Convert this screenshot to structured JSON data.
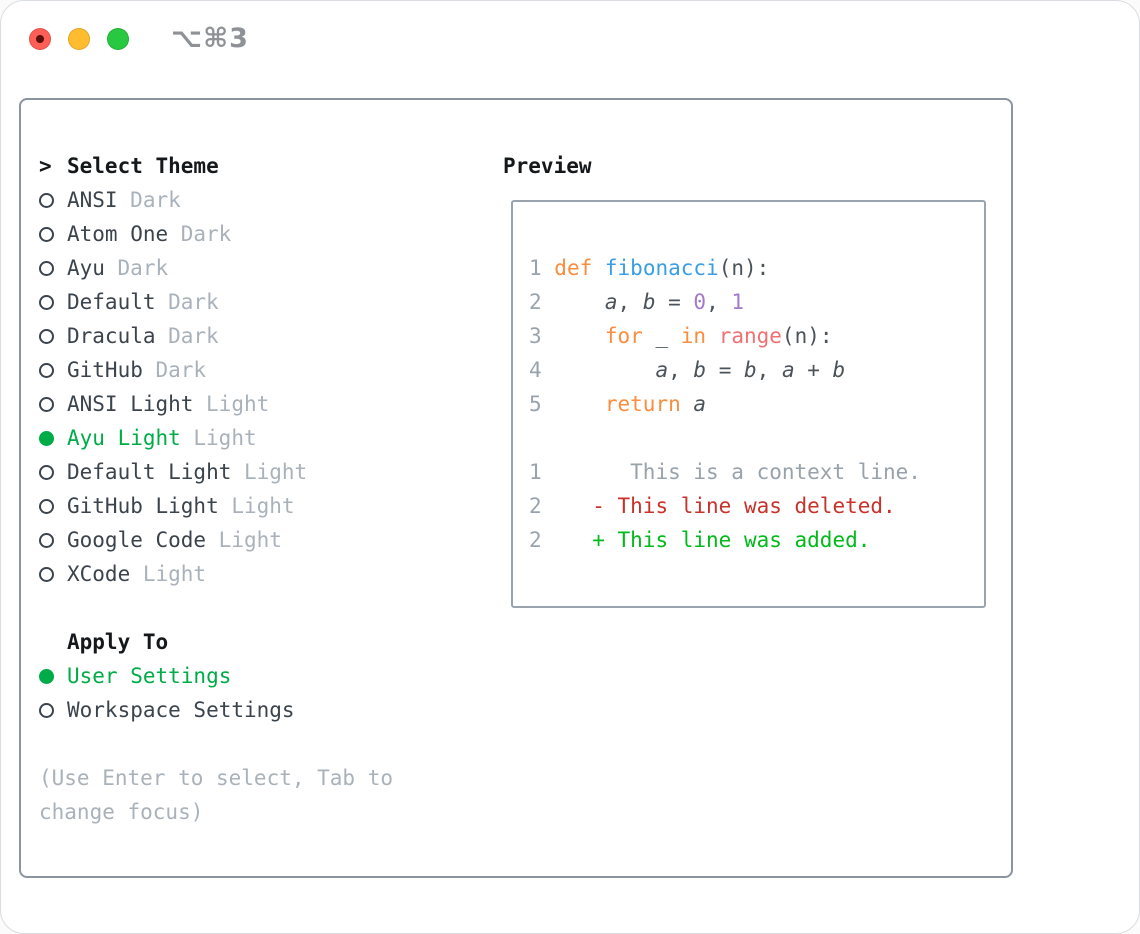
{
  "window": {
    "title": "⌥⌘3",
    "traffic_lights": [
      {
        "name": "close",
        "color": "#FF5F57",
        "dot": "#5C100A"
      },
      {
        "name": "minimize",
        "color": "#FEBC2E",
        "dot": null
      },
      {
        "name": "zoom",
        "color": "#28C840",
        "dot": null
      }
    ]
  },
  "theme_picker": {
    "header_marker": ">",
    "header": "Select Theme",
    "items": [
      {
        "name": "ANSI",
        "variant": "Dark",
        "selected": false
      },
      {
        "name": "Atom One",
        "variant": "Dark",
        "selected": false
      },
      {
        "name": "Ayu",
        "variant": "Dark",
        "selected": false
      },
      {
        "name": "Default",
        "variant": "Dark",
        "selected": false
      },
      {
        "name": "Dracula",
        "variant": "Dark",
        "selected": false
      },
      {
        "name": "GitHub",
        "variant": "Dark",
        "selected": false
      },
      {
        "name": "ANSI Light",
        "variant": "Light",
        "selected": false
      },
      {
        "name": "Ayu Light",
        "variant": "Light",
        "selected": true
      },
      {
        "name": "Default Light",
        "variant": "Light",
        "selected": false
      },
      {
        "name": "GitHub Light",
        "variant": "Light",
        "selected": false
      },
      {
        "name": "Google Code",
        "variant": "Light",
        "selected": false
      },
      {
        "name": "XCode",
        "variant": "Light",
        "selected": false
      }
    ]
  },
  "apply_to": {
    "header": "Apply To",
    "options": [
      {
        "name": "User Settings",
        "selected": true
      },
      {
        "name": "Workspace Settings",
        "selected": false
      }
    ]
  },
  "help_lines": [
    "(Use Enter to select, Tab to",
    "change focus)"
  ],
  "preview": {
    "title": "Preview",
    "lines": [
      {
        "num": "1",
        "tokens": [
          [
            "kw",
            "def"
          ],
          [
            "plain",
            " "
          ],
          [
            "fn",
            "fibonacci"
          ],
          [
            "plain",
            "(n):"
          ]
        ]
      },
      {
        "num": "2",
        "tokens": [
          [
            "plain",
            "    "
          ],
          [
            "var",
            "a"
          ],
          [
            "plain",
            ", "
          ],
          [
            "var",
            "b"
          ],
          [
            "plain",
            " = "
          ],
          [
            "cons",
            "0"
          ],
          [
            "plain",
            ", "
          ],
          [
            "cons",
            "1"
          ]
        ]
      },
      {
        "num": "3",
        "tokens": [
          [
            "plain",
            "    "
          ],
          [
            "kw",
            "for"
          ],
          [
            "plain",
            " _ "
          ],
          [
            "kw",
            "in"
          ],
          [
            "plain",
            " "
          ],
          [
            "call",
            "range"
          ],
          [
            "plain",
            "(n):"
          ]
        ]
      },
      {
        "num": "4",
        "tokens": [
          [
            "plain",
            "        "
          ],
          [
            "var",
            "a"
          ],
          [
            "plain",
            ", "
          ],
          [
            "var",
            "b"
          ],
          [
            "plain",
            " = "
          ],
          [
            "var",
            "b"
          ],
          [
            "plain",
            ", "
          ],
          [
            "var",
            "a"
          ],
          [
            "plain",
            " + "
          ],
          [
            "var",
            "b"
          ]
        ]
      },
      {
        "num": "5",
        "tokens": [
          [
            "plain",
            "    "
          ],
          [
            "kw",
            "return"
          ],
          [
            "plain",
            " "
          ],
          [
            "var",
            "a"
          ]
        ]
      },
      {
        "num": "",
        "tokens": []
      },
      {
        "num": "1",
        "tokens": [
          [
            "ctx",
            "      This is a context line."
          ]
        ]
      },
      {
        "num": "2",
        "tokens": [
          [
            "del",
            "   - This line was deleted."
          ]
        ]
      },
      {
        "num": "2",
        "tokens": [
          [
            "add",
            "   + This line was added."
          ]
        ]
      }
    ]
  },
  "palette": {
    "green": "#00AC47",
    "muted": "#A9B2BB",
    "keyword": "#FA8D3E",
    "function": "#399EE6",
    "constant": "#A37ACC",
    "call": "#F07171",
    "diff_del": "#C9312B",
    "diff_add": "#00BB1A"
  }
}
